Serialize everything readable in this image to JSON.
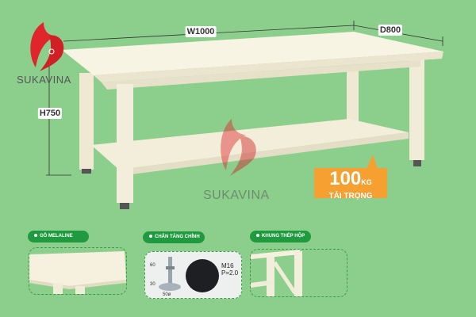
{
  "brand": {
    "name": "SUKAVINA",
    "color": "#e0262b"
  },
  "dimensions": {
    "width": "W1000",
    "depth": "D800",
    "height": "H750"
  },
  "load_badge": {
    "value": "100",
    "unit": "KG",
    "label": "TẢI TRỌNG",
    "color": "#f5a031"
  },
  "features": [
    {
      "label": "GỖ MELALINE"
    },
    {
      "label": "CHÂN TĂNG CHỈNH",
      "annotations": {
        "h1": "60",
        "h2": "30",
        "diameter": "50ø",
        "thread": "M16",
        "pitch": "P=2.0"
      }
    },
    {
      "label": "KHUNG THÉP HỘP"
    }
  ],
  "colors": {
    "background": "#8ccf8c",
    "table": "#f6f1de",
    "pill": "#1f9a3e"
  }
}
